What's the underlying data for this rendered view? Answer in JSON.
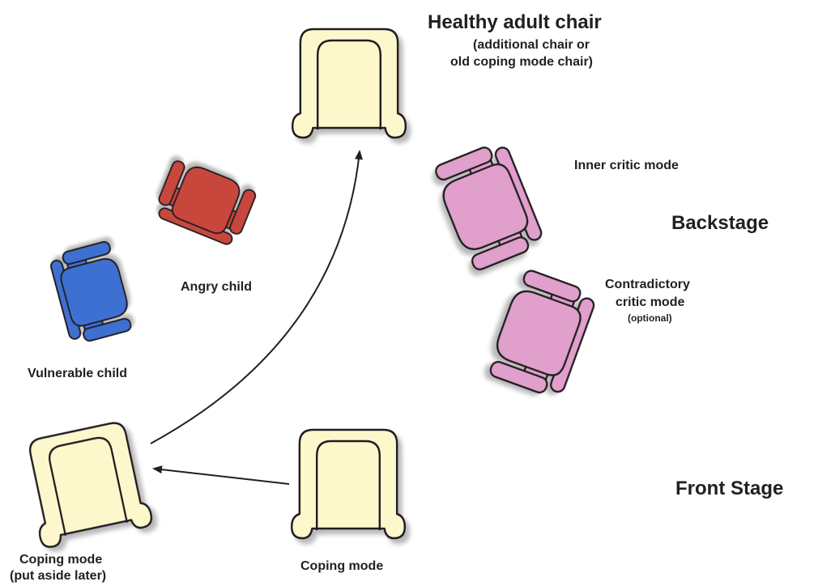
{
  "healthy_adult": {
    "title": "Healthy adult chair",
    "subtitle_line1": "(additional chair or",
    "subtitle_line2": "old coping mode chair)"
  },
  "labels": {
    "inner_critic": "Inner critic mode",
    "backstage": "Backstage",
    "contradictory_line1": "Contradictory",
    "contradictory_line2": "critic mode",
    "contradictory_optional": "(optional)",
    "angry_child": "Angry child",
    "vulnerable_child": "Vulnerable child",
    "front_stage": "Front Stage",
    "coping_mode": "Coping mode",
    "coping_aside_line1": "Coping mode",
    "coping_aside_line2": "(put aside later)"
  },
  "colors": {
    "armchair": "#fdf8cc",
    "critic": "#e0a0cb",
    "angry": "#c8473c",
    "vulnerable": "#3c6fd0",
    "outline": "#231f20"
  }
}
